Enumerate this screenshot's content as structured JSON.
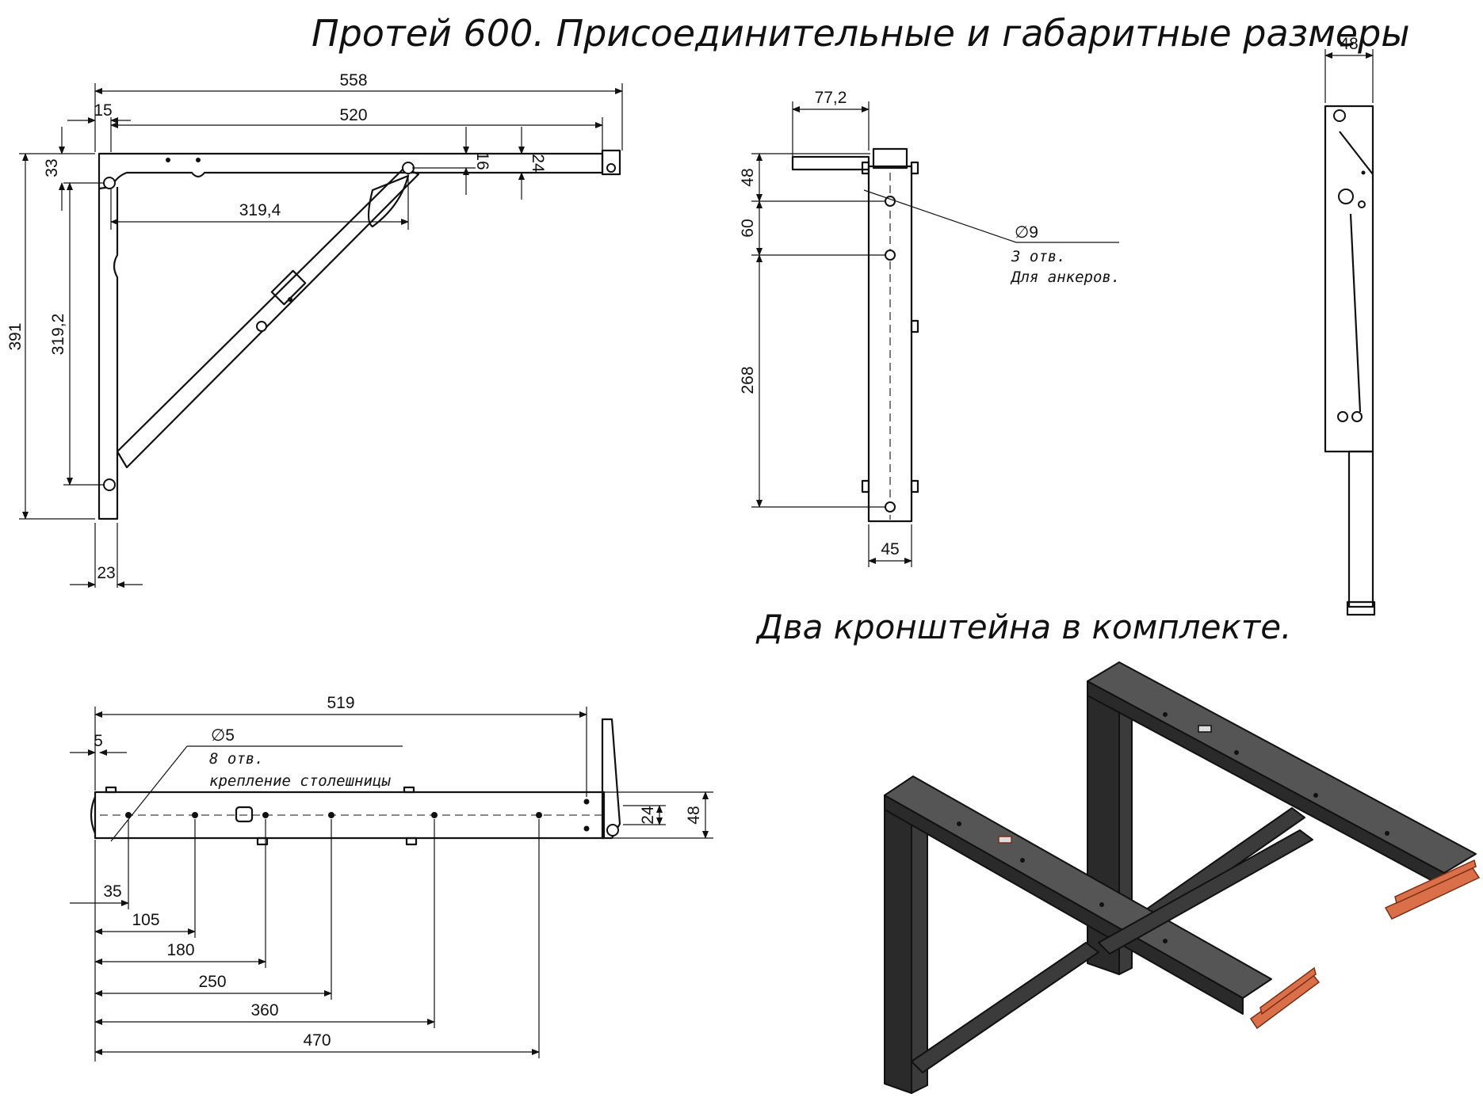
{
  "title": "Протей 600. Присоединительные и габаритные размеры",
  "caption": "Два кронштейна в комплекте.",
  "side_view": {
    "dims": {
      "total_length": "558",
      "arm_length": "520",
      "offset": "15",
      "height_total": "391",
      "height_holes": "319,2",
      "top_offset": "33",
      "strut_horizontal": "319,4",
      "bar_16": "16",
      "bar_24": "24",
      "base_width": "23"
    }
  },
  "front_view": {
    "dims": {
      "width_top": "77,2",
      "width_base": "45",
      "pitch_1": "48",
      "pitch_2": "60",
      "pitch_3": "268"
    },
    "hole_note": {
      "diameter": "∅9",
      "count": "3 отв.",
      "purpose": "Для анкеров."
    }
  },
  "edge_view": {
    "dims": {
      "thickness": "48"
    }
  },
  "top_view": {
    "dims": {
      "length": "519",
      "end_offset": "5",
      "d35": "35",
      "d105": "105",
      "d180": "180",
      "d250": "250",
      "d360": "360",
      "d470": "470",
      "h24": "24",
      "h48": "48"
    },
    "hole_note": {
      "diameter": "∅5",
      "count": "8 отв.",
      "purpose": "крепление столешницы"
    }
  },
  "colors": {
    "line": "#111111",
    "metal": "#3b3b3b",
    "wood": "#d9704a"
  }
}
